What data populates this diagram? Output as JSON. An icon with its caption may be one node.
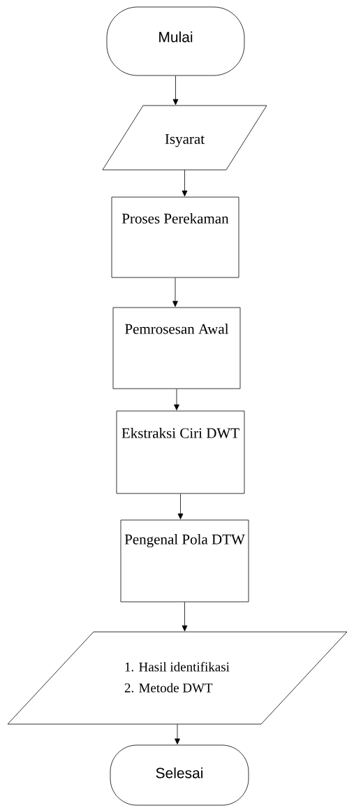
{
  "diagram": {
    "nodes": [
      {
        "text": [
          "Mulai"
        ]
      },
      {
        "text": [
          "Isyarat"
        ]
      },
      {
        "text": [
          "Proses Perekaman"
        ]
      },
      {
        "text": [
          "Pemrosesan Awal"
        ]
      },
      {
        "text": [
          "Ekstraksi Ciri DWT"
        ]
      },
      {
        "text": [
          "Pengenal Pola DTW"
        ]
      },
      {
        "text": [
          "1. Hasil identifikasi",
          "2. Metode DWT"
        ]
      },
      {
        "text": [
          "Selesai"
        ]
      }
    ],
    "edges": [
      {
        "from": 0,
        "to": 1,
        "arrow": "to"
      },
      {
        "from": 1,
        "to": 2,
        "arrow": "to"
      },
      {
        "from": 2,
        "to": 3,
        "arrow": "to"
      },
      {
        "from": 3,
        "to": 4,
        "arrow": "to"
      },
      {
        "from": 4,
        "to": 5,
        "arrow": "to"
      },
      {
        "from": 5,
        "to": 6,
        "arrow": "to"
      },
      {
        "from": 6,
        "to": 7,
        "arrow": "to"
      }
    ]
  }
}
